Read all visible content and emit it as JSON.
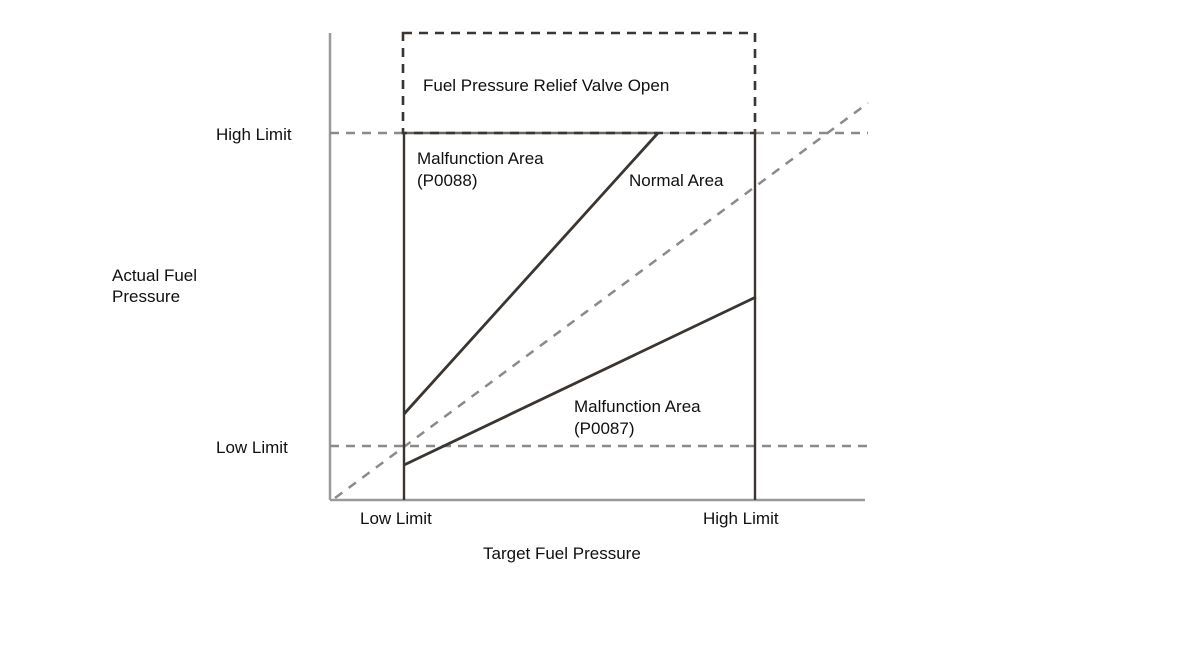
{
  "chart_data": {
    "type": "line",
    "title": "",
    "xlabel": "Target Fuel Pressure",
    "ylabel": "Actual Fuel Pressure",
    "xticks": [
      "Low Limit",
      "High Limit"
    ],
    "yticks": [
      "High Limit",
      "Low Limit"
    ],
    "grid": false,
    "legend": "none",
    "axis_ranges": {
      "x": [
        "0",
        "High Limit+"
      ],
      "y": [
        "0",
        "High Limit+"
      ]
    },
    "regions": [
      {
        "name": "Fuel Pressure Relief Valve Open",
        "style": "dashed-box",
        "x_from": "Low Limit",
        "x_to": "High Limit",
        "y_from": "High Limit",
        "y_to": "top"
      },
      {
        "name": "Malfunction Area (P0088)",
        "line1": "Malfunction Area",
        "line2": "(P0088)",
        "style": "upper-left-region"
      },
      {
        "name": "Normal Area",
        "style": "middle-band"
      },
      {
        "name": "Malfunction Area (P0087)",
        "line1": "Malfunction Area",
        "line2": "(P0087)",
        "style": "lower-right-region"
      }
    ],
    "series": [
      {
        "name": "upper-malfunction-boundary",
        "style": "solid",
        "points": [
          [
            404,
            414
          ],
          [
            657,
            133
          ]
        ]
      },
      {
        "name": "lower-malfunction-boundary",
        "style": "solid",
        "points": [
          [
            404,
            465
          ],
          [
            755,
            297
          ]
        ]
      },
      {
        "name": "ideal-reference-diagonal",
        "style": "dashed",
        "points": [
          [
            335,
            498
          ],
          [
            868,
            103
          ]
        ]
      },
      {
        "name": "high-limit-threshold",
        "style": "dashed-horizontal",
        "y": "High Limit"
      },
      {
        "name": "low-limit-threshold",
        "style": "dashed-horizontal",
        "y": "Low Limit"
      }
    ]
  },
  "labels": {
    "relief_valve": "Fuel Pressure Relief Valve Open",
    "malfunction_p0088_line1": "Malfunction Area",
    "malfunction_p0088_line2": "(P0088)",
    "normal_area": "Normal Area",
    "malfunction_p0087_line1": "Malfunction Area",
    "malfunction_p0087_line2": "(P0087)"
  },
  "axes": {
    "y_title_line1": "Actual Fuel",
    "y_title_line2": "Pressure",
    "x_title": "Target Fuel Pressure",
    "y_high_limit": "High Limit",
    "y_low_limit": "Low Limit",
    "x_low_limit": "Low Limit",
    "x_high_limit": "High Limit"
  },
  "colors": {
    "axis": "#9a9a9a",
    "line_dark": "#3a3530",
    "line_mid": "#6b6660",
    "line_light": "#b0b0b0",
    "dash_gray": "#8a8a8a",
    "text": "#101010",
    "background": "#ffffff"
  }
}
